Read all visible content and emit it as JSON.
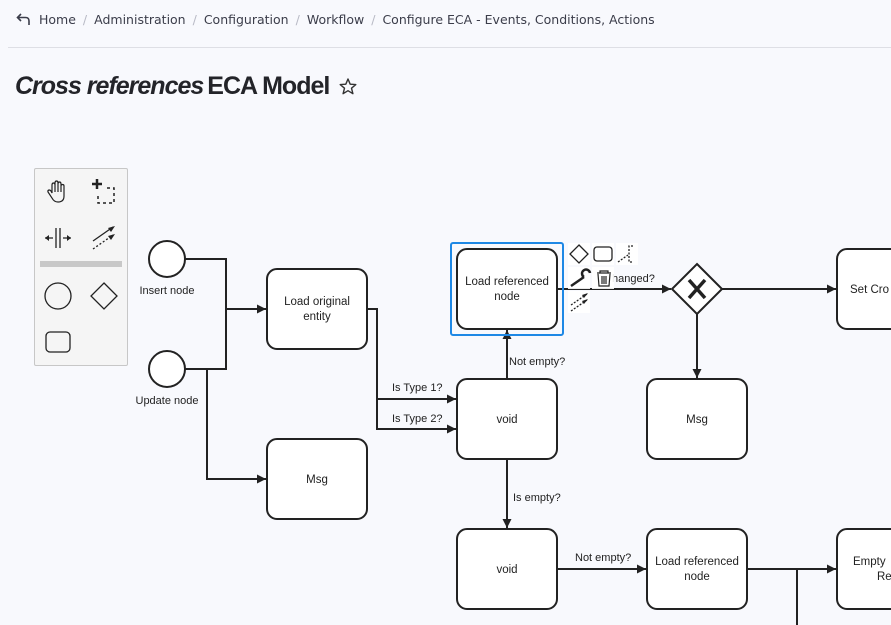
{
  "breadcrumb": {
    "back_icon": "back-arrow-icon",
    "items": [
      "Home",
      "Administration",
      "Configuration",
      "Workflow",
      "Configure ECA - Events, Conditions, Actions"
    ]
  },
  "page": {
    "title_italic": "Cross references",
    "title_rest": "ECA Model",
    "favorite_icon": "star-outline-icon"
  },
  "palette": {
    "tools": [
      {
        "name": "hand-tool",
        "icon": "hand-icon"
      },
      {
        "name": "lasso-tool",
        "icon": "lasso-icon"
      },
      {
        "name": "space-tool",
        "icon": "space-icon"
      },
      {
        "name": "global-connect-tool",
        "icon": "connect-icon"
      },
      {
        "name": "create-event",
        "icon": "circle-icon"
      },
      {
        "name": "create-gateway",
        "icon": "diamond-icon"
      },
      {
        "name": "create-task",
        "icon": "rounded-rect-icon"
      }
    ]
  },
  "diagram": {
    "events": [
      {
        "id": "insert-node",
        "label": "Insert node"
      },
      {
        "id": "update-node",
        "label": "Update node"
      }
    ],
    "tasks": [
      {
        "id": "load-original-entity",
        "lines": [
          "Load original",
          "entity"
        ]
      },
      {
        "id": "msg-1",
        "lines": [
          "Msg"
        ]
      },
      {
        "id": "load-referenced-node-1",
        "lines": [
          "Load referenced",
          "node"
        ],
        "selected": true
      },
      {
        "id": "void-1",
        "lines": [
          "void"
        ]
      },
      {
        "id": "void-2",
        "lines": [
          "void"
        ]
      },
      {
        "id": "msg-2",
        "lines": [
          "Msg"
        ]
      },
      {
        "id": "load-referenced-node-2",
        "lines": [
          "Load referenced",
          "node"
        ]
      },
      {
        "id": "set-cross",
        "lines": [
          "Set Cro"
        ]
      },
      {
        "id": "empty-re",
        "lines": [
          "Empty",
          "Re"
        ]
      }
    ],
    "flow_labels": {
      "is_type_1": "Is Type 1?",
      "is_type_2": "Is Type 2?",
      "not_empty_1": "Not empty?",
      "is_empty": "Is empty?",
      "changed": "hanged?",
      "not_empty_2": "Not empty?"
    },
    "gateway": {
      "id": "exclusive-gateway",
      "symbol": "X"
    },
    "context_pad": [
      "append-gateway",
      "append-task",
      "text-annotation",
      "change-type",
      "delete",
      "connect"
    ],
    "selection_color": "#1e88e5"
  }
}
